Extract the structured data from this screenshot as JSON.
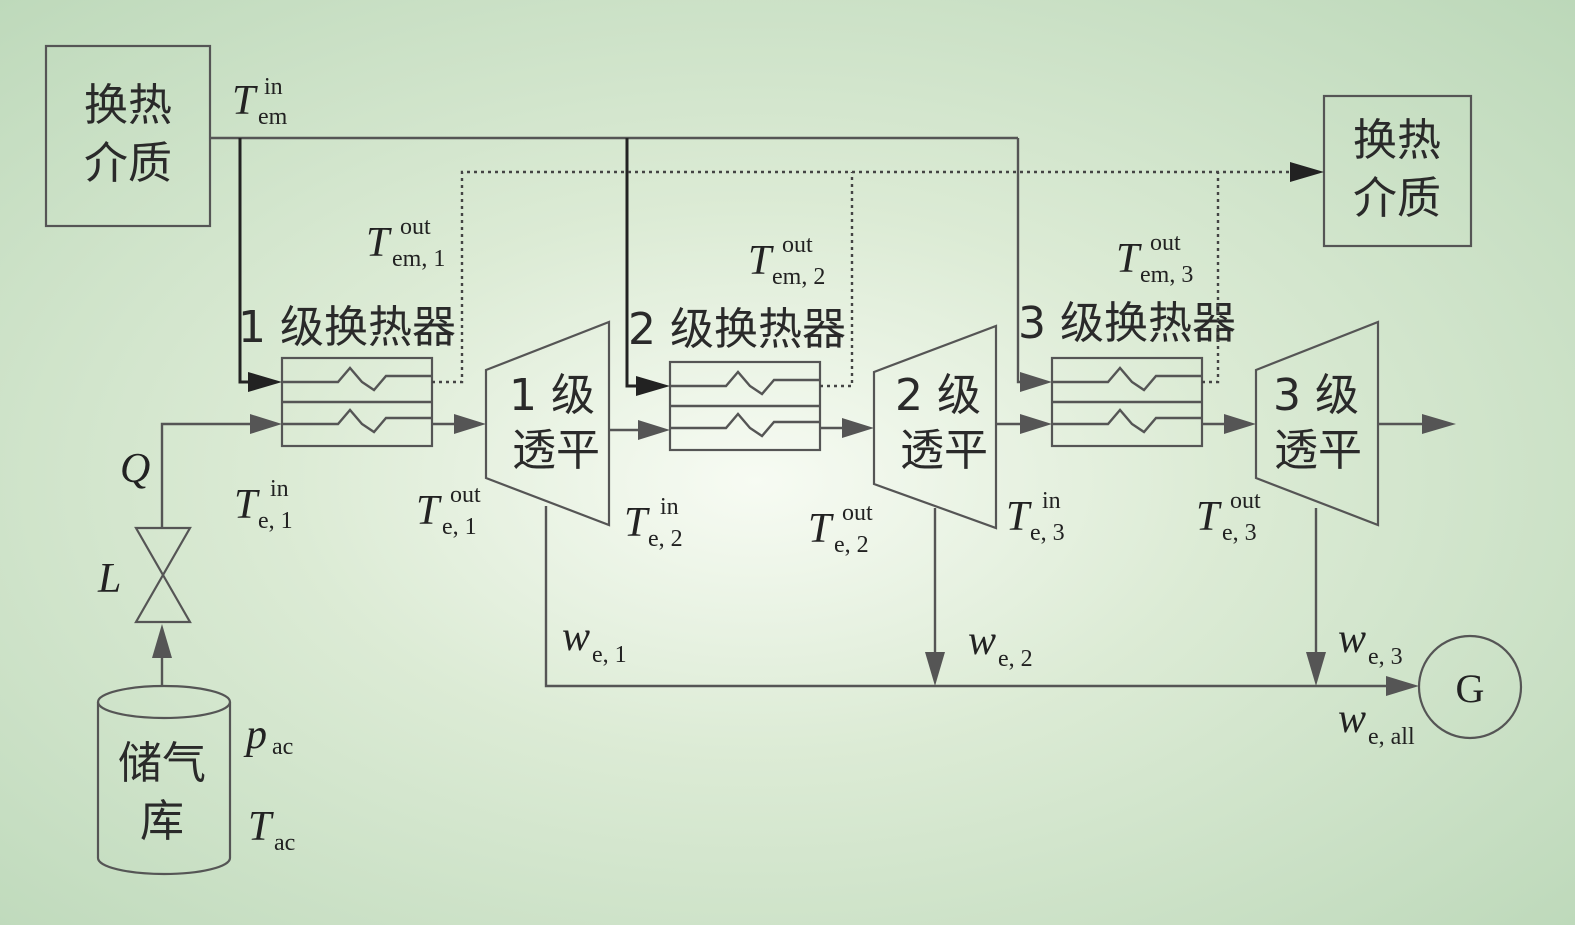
{
  "blocks": {
    "medium_in": [
      "换热",
      "介质"
    ],
    "medium_out": [
      "换热",
      "介质"
    ],
    "storage": [
      "储气",
      "库"
    ],
    "turbine_1": [
      "1 级",
      "透平"
    ],
    "turbine_2": [
      "2 级",
      "透平"
    ],
    "turbine_3": [
      "3 级",
      "透平"
    ],
    "generator": "G"
  },
  "heat_exchangers": [
    "1 级换热器",
    "2 级换热器",
    "3 级换热器"
  ],
  "labels": {
    "T": "T",
    "w": "w",
    "Q": "Q",
    "L": "L",
    "p": "p",
    "in": "in",
    "out": "out",
    "em": "em",
    "em1": "em, 1",
    "em2": "em, 2",
    "em3": "em, 3",
    "e1": "e, 1",
    "e2": "e, 2",
    "e3": "e, 3",
    "eall": "e, all",
    "ac": "ac"
  }
}
